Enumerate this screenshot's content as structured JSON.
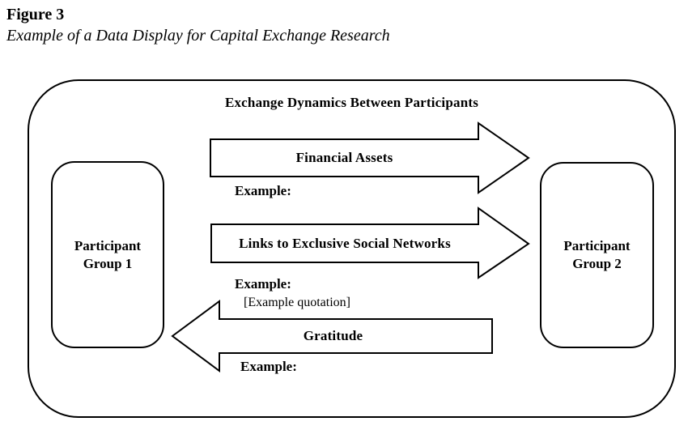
{
  "figure": {
    "label": "Figure 3",
    "caption": "Example of a Data Display for Capital Exchange Research"
  },
  "diagram": {
    "title": "Exchange Dynamics Between Participants",
    "left_group": {
      "line1": "Participant",
      "line2": "Group 1"
    },
    "right_group": {
      "line1": "Participant",
      "line2": "Group 2"
    },
    "flows": [
      {
        "label": "Financial Assets",
        "direction": "right",
        "from": "Participant Group 1",
        "to": "Participant Group 2",
        "example_label": "Example:"
      },
      {
        "label": "Links to Exclusive Social Networks",
        "direction": "right",
        "from": "Participant Group 1",
        "to": "Participant Group 2",
        "example_label": "Example:"
      },
      {
        "label": "Gratitude",
        "direction": "left",
        "from": "Participant Group 2",
        "to": "Participant Group 1",
        "quotation": "[Example quotation]",
        "example_label": "Example:"
      }
    ]
  },
  "colors": {
    "ink": "#000000",
    "background": "#ffffff"
  }
}
